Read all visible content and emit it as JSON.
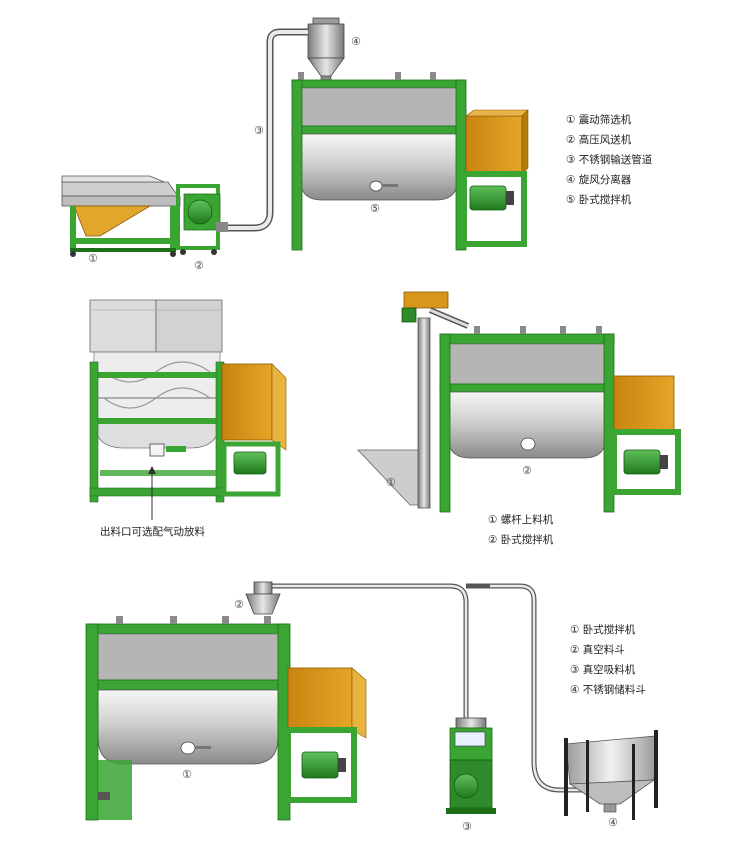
{
  "panel_1": {
    "legend": [
      "① 震动筛选机",
      "② 高压风送机",
      "③ 不锈钢输送管道",
      "④ 旋风分离器",
      "⑤ 卧式搅拌机"
    ],
    "callouts": [
      "①",
      "②",
      "③",
      "④",
      "⑤"
    ]
  },
  "panel_2": {
    "caption": "出料口可选配气动放料"
  },
  "panel_3": {
    "legend": [
      "① 螺杆上料机",
      "② 卧式搅拌机"
    ],
    "callouts": [
      "①",
      "②"
    ]
  },
  "panel_4": {
    "legend": [
      "① 卧式搅拌机",
      "② 真空料斗",
      "③ 真空吸料机",
      "④ 不锈钢储料斗"
    ],
    "callouts": [
      "①",
      "②",
      "③",
      "④"
    ]
  },
  "colors": {
    "frame_green": "#3aa532",
    "frame_green_dark": "#1f6e1a",
    "gearbox_orange": "#d99a1a",
    "steel_light": "#e8e8e8",
    "steel_mid": "#a9a9a9",
    "steel_dark": "#6e6e6e"
  }
}
